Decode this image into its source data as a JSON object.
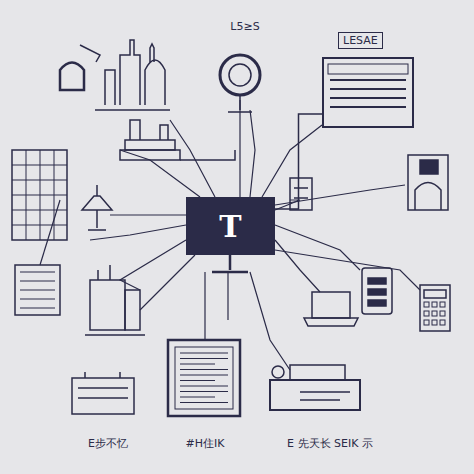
{
  "diagram": {
    "nodes": [
      {
        "text": [
          "T"
        ]
      },
      {
        "text": [
          "LESAE"
        ]
      }
    ],
    "edges": [
      {
        "from": 0,
        "to": 1,
        "arrow": "none"
      }
    ],
    "labels": [
      "L5≥S",
      "E步不忆",
      "#H住IK",
      "E 先天长 SEIK 示"
    ]
  }
}
